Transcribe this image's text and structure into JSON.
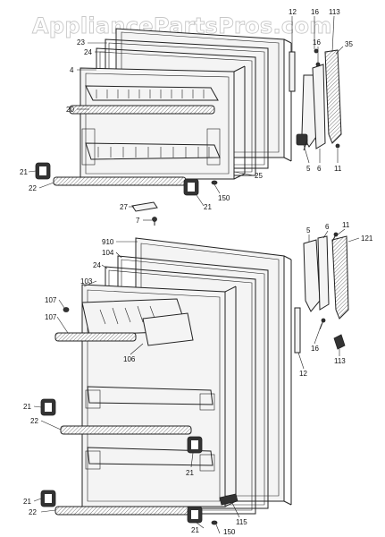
{
  "watermark": "AppliancePartsPros.com",
  "colors": {
    "line": "#222222",
    "watermark": "#c8c8c8",
    "background": "#ffffff"
  },
  "callouts": {
    "top": {
      "c12": "12",
      "c16a": "16",
      "c113": "113",
      "c16b": "16",
      "c35": "35",
      "c23": "23",
      "c24": "24",
      "c4": "4",
      "c20": "20",
      "c5": "5",
      "c6": "6",
      "c11": "11",
      "c25": "25",
      "c21a": "21",
      "c22": "22",
      "c150": "150",
      "c21b": "21",
      "c27": "27",
      "c7": "7"
    },
    "bottom": {
      "c910": "910",
      "c104": "104",
      "c24": "24",
      "c103": "103",
      "c107a": "107",
      "c107b": "107",
      "c106": "106",
      "c5": "5",
      "c6": "6",
      "c11": "11",
      "c121": "121",
      "c16": "16",
      "c12": "12",
      "c113": "113",
      "c21a": "21",
      "c22a": "22",
      "c21b": "21",
      "c21c": "21",
      "c22b": "22",
      "c21d": "21",
      "c115": "115",
      "c150": "150"
    }
  }
}
